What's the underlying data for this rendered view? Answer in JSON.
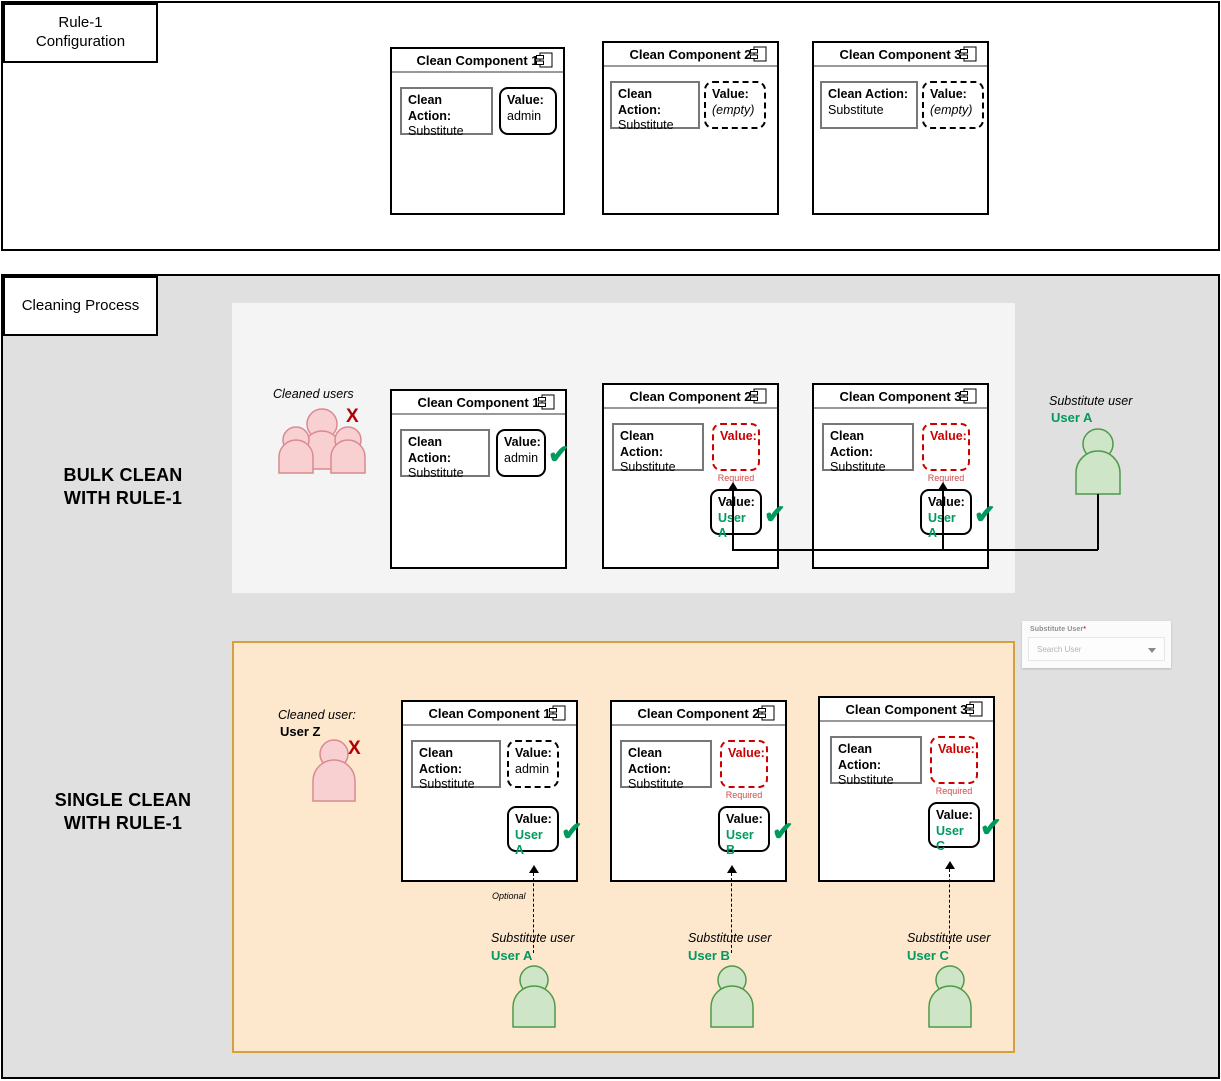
{
  "sections": {
    "config": {
      "label": "Rule-1\nConfiguration"
    },
    "process": {
      "label": "Cleaning Process"
    }
  },
  "side_titles": {
    "bulk": "BULK CLEAN\nWITH RULE-1",
    "single": "SINGLE CLEAN\nWITH RULE-1"
  },
  "labels": {
    "clean_action": "Clean Action:",
    "value": "Value:",
    "substitute": "Substitute",
    "required": "Required",
    "optional": "Optional",
    "empty": "(empty)",
    "admin": "admin",
    "check": "✔",
    "redx": "X",
    "component_icon": "uml-component-icon"
  },
  "config_components": [
    {
      "title": "Clean Component 1",
      "action": "Substitute",
      "value": "admin",
      "value_style": "solid"
    },
    {
      "title": "Clean Component 2",
      "action": "Substitute",
      "value": "(empty)",
      "value_style": "dashed"
    },
    {
      "title": "Clean Component 3",
      "action": "Substitute",
      "value": "(empty)",
      "value_style": "dashed"
    }
  ],
  "bulk": {
    "cleaned_users_label": "Cleaned users",
    "components": [
      {
        "title": "Clean Component 1",
        "action": "Substitute",
        "value": "admin",
        "value_style": "solid",
        "check": "✔"
      },
      {
        "title": "Clean Component 2",
        "action": "Substitute",
        "required_label": "Value:",
        "required_note": "Required",
        "sub_label": "Value:",
        "sub_value": "User A",
        "check": "✔"
      },
      {
        "title": "Clean Component 3",
        "action": "Substitute",
        "required_label": "Value:",
        "required_note": "Required",
        "sub_label": "Value:",
        "sub_value": "User A",
        "check": "✔"
      }
    ],
    "search": {
      "label": "Substitute User",
      "required_mark": "*",
      "placeholder": "Search User"
    },
    "substitute": {
      "label": "Substitute user",
      "name": "User A"
    }
  },
  "single": {
    "cleaned_user_label": "Cleaned user:",
    "cleaned_user_name": "User Z",
    "components": [
      {
        "title": "Clean Component 1",
        "action": "Substitute",
        "value": "admin",
        "value_style": "dashed",
        "sub_label": "Value:",
        "sub_value": "User A",
        "check": "✔",
        "conn_note": "Optional"
      },
      {
        "title": "Clean Component 2",
        "action": "Substitute",
        "required_label": "Value:",
        "required_note": "Required",
        "sub_label": "Value:",
        "sub_value": "User B",
        "check": "✔"
      },
      {
        "title": "Clean Component 3",
        "action": "Substitute",
        "required_label": "Value:",
        "required_note": "Required",
        "sub_label": "Value:",
        "sub_value": "User C",
        "check": "✔"
      }
    ],
    "substitutes": [
      {
        "label": "Substitute user",
        "name": "User A"
      },
      {
        "label": "Substitute user",
        "name": "User B"
      },
      {
        "label": "Substitute user",
        "name": "User C"
      }
    ]
  },
  "colors": {
    "green": "#00995e",
    "red": "#cc0000",
    "red_dark": "#b10000",
    "orange_panel": "#fde7cd",
    "orange_border": "#d6a03c",
    "gray_panel": "#e0e0e0",
    "light_panel": "#f4f4f4",
    "pink_person": "#f8d0d2",
    "green_person": "#cfe5c8"
  }
}
